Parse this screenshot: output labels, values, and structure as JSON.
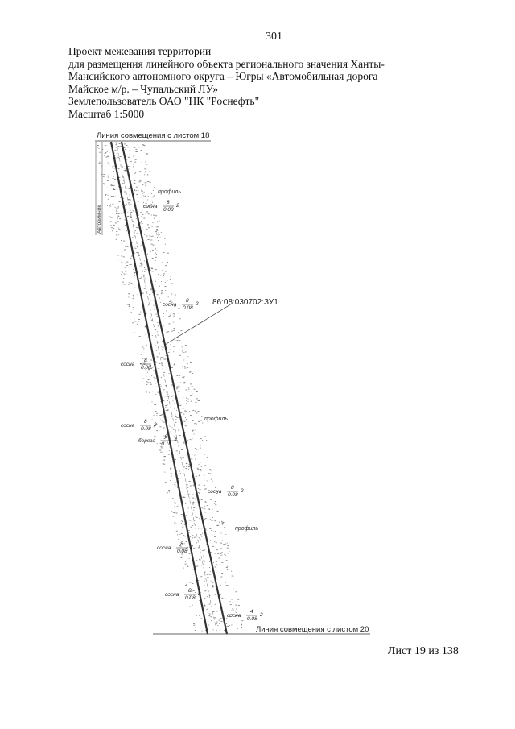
{
  "page_number": "301",
  "header": {
    "line1": "Проект межевания территории",
    "line2": "для размещения линейного объекта регионального значения Ханты-",
    "line3": "Мансийского автономного округа – Югры «Автомобильная дорога",
    "line4": "Майское м/р. – Чупальский ЛУ»",
    "line5": "Землепользователь ОАО \"НК \"Роснефть\"",
    "line6": "Масштаб 1:5000"
  },
  "map": {
    "match_line_top": "Линия совмещения с листом 18",
    "match_line_bottom": "Линия совмещения с листом 20",
    "parcel_id": "86:08:030702:ЗУ1",
    "side_label": "Автозимник",
    "profile_label": "профиль",
    "forest_labels": [
      {
        "species": "сосна",
        "a": "8",
        "b": "0.08",
        "c": "2"
      },
      {
        "species": "сосна",
        "a": "8",
        "b": "0.08",
        "c": "2"
      },
      {
        "species": "сосна",
        "a": "8",
        "b": "0.08",
        "c": "2"
      },
      {
        "species": "сосна",
        "a": "8",
        "b": "0.08",
        "c": "2"
      },
      {
        "species": "береза",
        "a": "6",
        "b": "0.10",
        "c": "4"
      },
      {
        "species": "сосна",
        "a": "8",
        "b": "0.08",
        "c": "2"
      },
      {
        "species": "сосна",
        "a": "8",
        "b": "0.08",
        "c": "2"
      },
      {
        "species": "сосна",
        "a": "8",
        "b": "0.08",
        "c": "2"
      },
      {
        "species": "сосна",
        "a": "4",
        "b": "0.08",
        "c": "2"
      }
    ]
  },
  "sheet_label": "Лист 19 из 138"
}
